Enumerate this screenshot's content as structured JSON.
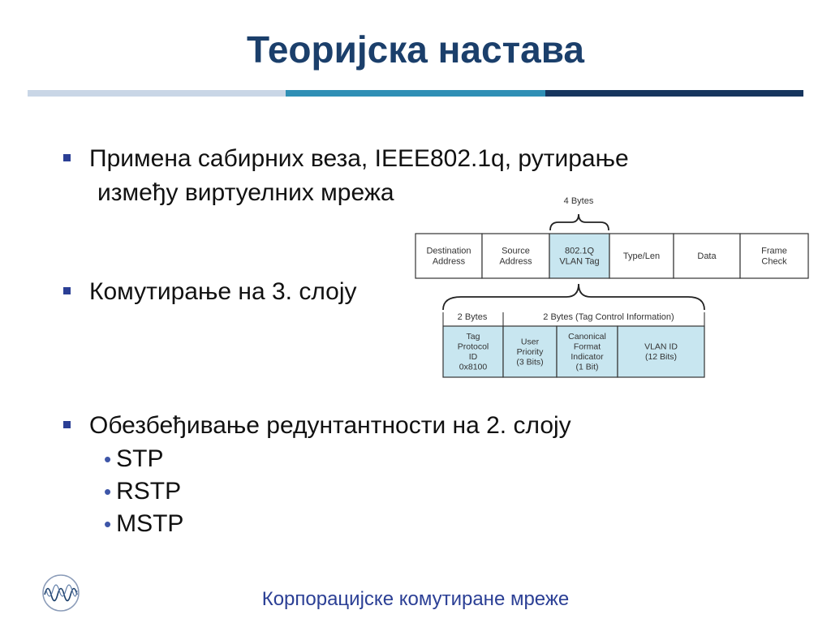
{
  "slide": {
    "title": "Теоријска настава",
    "footer": "Корпорацијске комутиране мреже"
  },
  "bullets": [
    {
      "line1": "Примена сабирних веза, IEEE802.1q, рутирање",
      "line2": "између виртуелних мрежа"
    },
    {
      "line1": "Комутирање на 3. слоју"
    },
    {
      "line1": "Обезбеђивање редунтантности на 2. слоју",
      "sub": [
        "STP",
        "RSTP",
        "MSTP"
      ]
    }
  ],
  "diagram": {
    "top_label": "4 Bytes",
    "frame_fields": [
      [
        "Destination",
        "Address"
      ],
      [
        "Source",
        "Address"
      ],
      [
        "802.1Q",
        "VLAN Tag"
      ],
      [
        "Type/Len"
      ],
      [
        "Data"
      ],
      [
        "Frame",
        "Check"
      ]
    ],
    "lower_label_left": "2 Bytes",
    "lower_label_right": "2 Bytes (Tag Control Information)",
    "tag_fields": [
      [
        "Tag",
        "Protocol",
        "ID",
        "0x8100"
      ],
      [
        "User",
        "Priority",
        "(3 Bits)"
      ],
      [
        "Canonical",
        "Format",
        "Indicator",
        "(1 Bit)"
      ],
      [
        "VLAN ID",
        "(12 Bits)"
      ]
    ],
    "highlight_color": "#c8e6f0"
  }
}
